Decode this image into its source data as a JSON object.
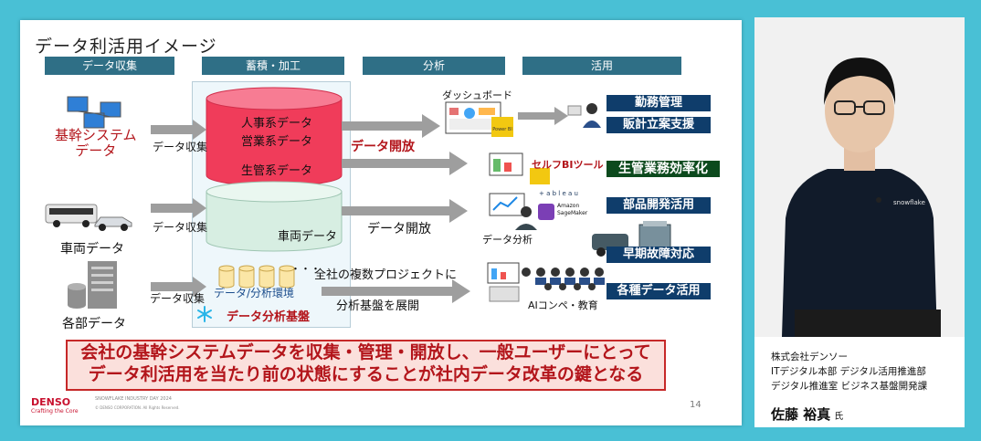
{
  "slide": {
    "title": "データ利活用イメージ",
    "headers": [
      "データ収集",
      "蓄積・加工",
      "分析",
      "活用"
    ],
    "sources": {
      "core": [
        "基幹システム",
        "データ"
      ],
      "vehicle": "車両データ",
      "dept": "各部データ"
    },
    "collect_label": "データ収集",
    "store": {
      "hr": "人事系データ",
      "sales": "営業系データ",
      "prod": "生管系データ",
      "vehicle": "車両データ",
      "analysis_env": "データ/分析環境",
      "dots": "・・・",
      "platform": "データ分析基盤"
    },
    "middle": {
      "open_red": "データ開放",
      "open": "データ開放",
      "projects": "全社の複数プロジェクトに",
      "deploy": "分析基盤を展開"
    },
    "analysis": {
      "dashboard": "ダッシュボード",
      "selfbi": "セルフBIツール",
      "analysis": "データ分析",
      "ai": "AIコンペ・教育",
      "tableau": "+ a b l e a u",
      "amazon": "Amazon SageMaker",
      "powerbi": "Power BI"
    },
    "use": [
      "勤務管理",
      "販計立案支援",
      "生管業務効率化",
      "部品開発活用",
      "早期故障対応",
      "各種データ活用"
    ],
    "callout": [
      "会社の基幹システムデータを収集・管理・開放し、一般ユーザーにとって",
      "データ利活用を当たり前の状態にすることが社内データ改革の鍵となる"
    ],
    "footer": {
      "logo": "DENSO",
      "tagline": "Crafting the Core",
      "event": "SNOWFLAKE INDUSTRY DAY 2024",
      "copyright": "© DENSO CORPORATION. All Rights Reserved.",
      "page": "14"
    }
  },
  "speaker": {
    "company": "株式会社デンソー",
    "dept1": "ITデジタル本部 デジタル活用推進部",
    "dept2": "デジタル推進室 ビジネス基盤開発課",
    "name": "佐藤 裕真",
    "honorific": "氏",
    "shirt_logo": "snowflake"
  },
  "colors": {
    "background": "#49c0d5",
    "header": "#2f6f86",
    "db_red": "#f03c5a",
    "db_green": "#d7eee2",
    "badge_blue": "#0f3d6b",
    "badge_green": "#0c4a1d",
    "callout_red": "#c62828",
    "denso_red": "#c8102e"
  },
  "icons": [
    "computer-network-icon",
    "bus-icon",
    "car-icon",
    "building-icon",
    "database-icon",
    "snowflake-icon",
    "dashboard-monitor-icon",
    "person-icon",
    "bi-tool-icon",
    "sagemaker-icon",
    "analyst-icon",
    "audience-icon",
    "engine-icon"
  ]
}
